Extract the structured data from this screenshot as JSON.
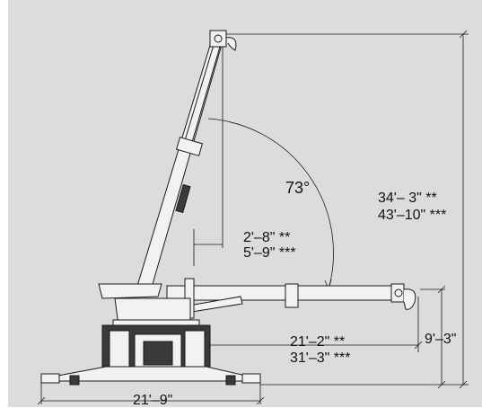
{
  "diagram": {
    "angle_label": "73°",
    "dimensions": {
      "max_height_standard": "34'– 3\" **",
      "max_height_extended": "43'–10\" ***",
      "min_radius_standard": "2'–8\" **",
      "min_radius_extended": "5'–9\" ***",
      "horizontal_reach_standard": "21'–2\" **",
      "horizontal_reach_extended": "31'–3\" ***",
      "horizontal_boom_height": "9'–3\"",
      "outrigger_span": "21'–9\""
    },
    "colors": {
      "background": "#dcdcdc",
      "line": "#1a1a1a",
      "crane_fill": "#f2f2f2",
      "dark_part": "#3a3a3a"
    }
  }
}
